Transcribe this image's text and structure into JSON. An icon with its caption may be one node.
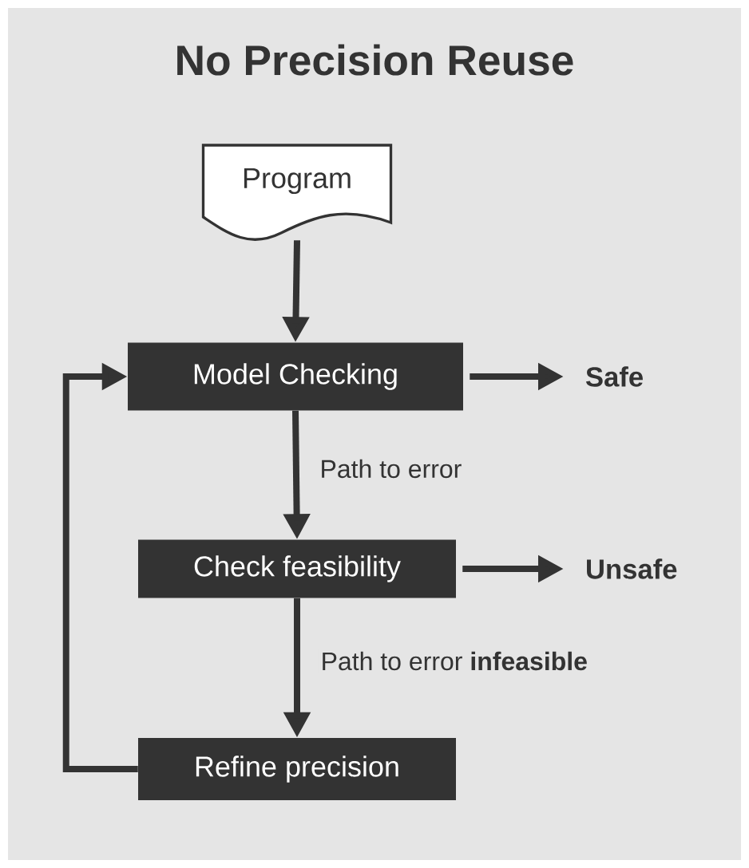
{
  "diagram": {
    "title": "No Precision Reuse",
    "nodes": [
      {
        "text": [
          "Program"
        ]
      },
      {
        "text": [
          "Model Checking"
        ]
      },
      {
        "text": [
          "Safe"
        ]
      },
      {
        "text": [
          "Check feasibility"
        ]
      },
      {
        "text": [
          "Unsafe"
        ]
      },
      {
        "text": [
          "Refine precision"
        ]
      }
    ],
    "edges": [
      {
        "from": 0,
        "to": 1,
        "arrow": "to"
      },
      {
        "from": 1,
        "to": 2,
        "arrow": "to"
      },
      {
        "from": 1,
        "to": 3,
        "arrow": "to",
        "label": "Path to error"
      },
      {
        "from": 3,
        "to": 4,
        "arrow": "to"
      },
      {
        "from": 3,
        "to": 5,
        "arrow": "to",
        "label": "Path to error **infeasible**"
      },
      {
        "from": 5,
        "to": 1,
        "arrow": "to"
      }
    ]
  }
}
